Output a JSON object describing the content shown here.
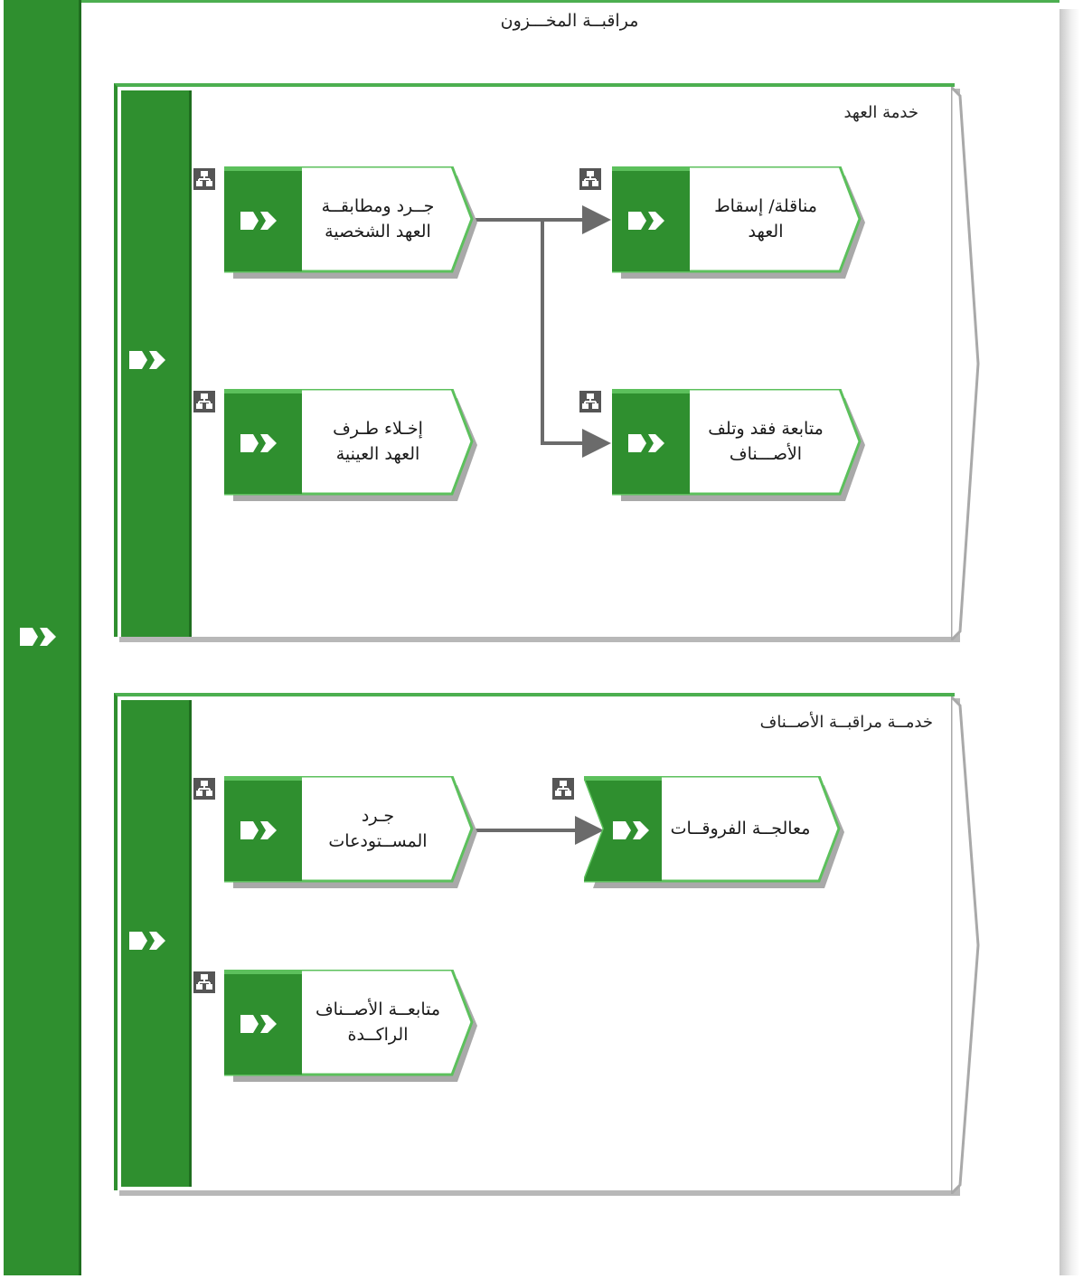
{
  "diagram": {
    "title": "مراقبــة المخـــزون",
    "colors": {
      "primary": "#2f8f2f",
      "accent": "#4caf50",
      "dark": "#1f6e1f",
      "connector": "#6b6b6b"
    },
    "groups": [
      {
        "title": "خدمة العهد",
        "processes": [
          {
            "label": "جــرد ومطابقــة\nالعهد الشخصية"
          },
          {
            "label": "مناقلة/ إسقاط\nالعهد"
          },
          {
            "label": "إخـلاء طـرف\nالعهد العينية"
          },
          {
            "label": "متابعة فقد وتلف\nالأصـــناف"
          }
        ]
      },
      {
        "title": "خدمــة مراقبــة الأصــناف",
        "processes": [
          {
            "label": "جـرد\nالمســتودعات"
          },
          {
            "label": "معالجــة الفروقــات"
          },
          {
            "label": "متابعــة الأصــناف\nالراكــدة"
          }
        ]
      }
    ],
    "icons": {
      "chevron": "double-chevron-icon",
      "subprocess": "org-chart-icon"
    }
  }
}
